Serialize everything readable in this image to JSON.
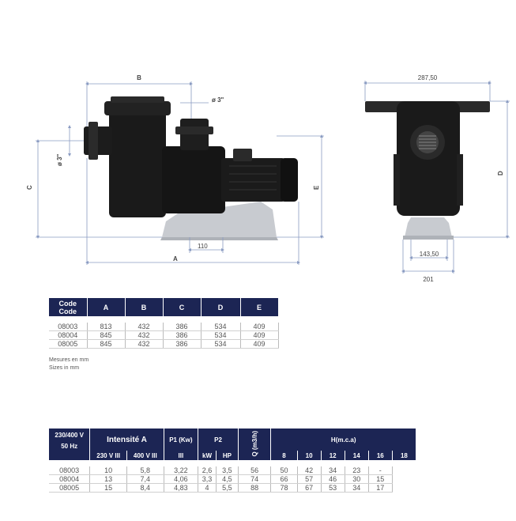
{
  "drawing": {
    "labels": {
      "B": "B",
      "phi3_top": "ø 3\"",
      "phi3_side": "ø 3\"",
      "C": "C",
      "E": "E",
      "dim110": "110",
      "A": "A",
      "w287": "287,50",
      "D": "D",
      "w143": "143,50",
      "w201": "201"
    },
    "colors": {
      "pump": "#1a1a1a",
      "base": "#c8cbd0",
      "dimline": "#8a9bc2"
    }
  },
  "dim_table": {
    "headers": [
      "Code\nCode",
      "A",
      "B",
      "C",
      "D",
      "E"
    ],
    "rows": [
      [
        "08003",
        "813",
        "432",
        "386",
        "534",
        "409"
      ],
      [
        "08004",
        "845",
        "432",
        "386",
        "534",
        "409"
      ],
      [
        "08005",
        "845",
        "432",
        "386",
        "534",
        "409"
      ]
    ]
  },
  "notes": {
    "fr": "Mesures en mm",
    "en": "Sizes in mm"
  },
  "perf_table": {
    "voltage": "230/400 V",
    "freq": "50 Hz",
    "intensity": "Intensité A",
    "int_sub": [
      "230 V III",
      "400 V III"
    ],
    "p1": "P1 (Kw)",
    "p1_sub": "III",
    "p2": "P2",
    "p2_sub": [
      "kW",
      "HP"
    ],
    "q": "Q (m3/h)",
    "h": "H(m.c.a)",
    "h_cols": [
      "8",
      "10",
      "12",
      "14",
      "16",
      "18"
    ],
    "rows": [
      [
        "08003",
        "10",
        "5,8",
        "3,22",
        "2,6",
        "3,5",
        "56",
        "50",
        "42",
        "34",
        "23",
        "-"
      ],
      [
        "08004",
        "13",
        "7,4",
        "4,06",
        "3,3",
        "4,5",
        "74",
        "66",
        "57",
        "46",
        "30",
        "15"
      ],
      [
        "08005",
        "15",
        "8,4",
        "4,83",
        "4",
        "5,5",
        "88",
        "78",
        "67",
        "53",
        "34",
        "17"
      ]
    ]
  }
}
